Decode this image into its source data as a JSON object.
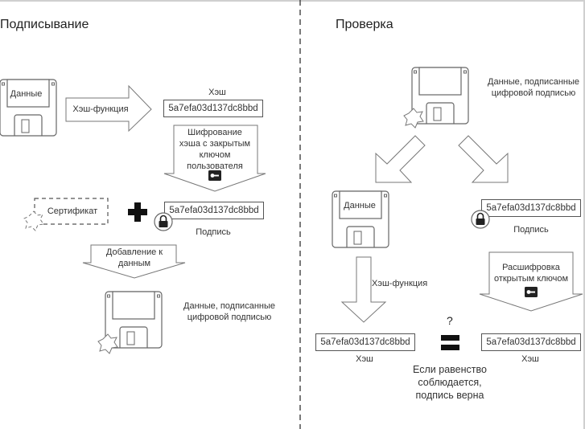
{
  "signing": {
    "title": "Подписывание",
    "data_label": "Данные",
    "hash_function_label": "Хэш-функция",
    "hash_caption": "Хэш",
    "hash_value": "5a7efa03d137dc8bbd",
    "encrypt_label_lines": [
      "Шифрование",
      "хэша с закрытым",
      "ключом",
      "пользователя"
    ],
    "certificate_label": "Сертификат",
    "signature_value": "5a7efa03d137dc8bbd",
    "signature_caption": "Подпись",
    "append_label_lines": [
      "Добавление к",
      "данным"
    ],
    "signed_data_label_lines": [
      "Данные, подписанные",
      "цифровой подписью"
    ]
  },
  "verification": {
    "title": "Проверка",
    "signed_data_label_lines": [
      "Данные, подписанные",
      "цифровой подписью"
    ],
    "data_label": "Данные",
    "signature_value": "5a7efa03d137dc8bbd",
    "signature_caption": "Подпись",
    "hash_function_label": "Хэш-функция",
    "decrypt_label_lines": [
      "Расшифровка",
      "открытым ключом"
    ],
    "left_hash_value": "5a7efa03d137dc8bbd",
    "left_hash_caption": "Хэш",
    "right_hash_value": "5a7efa03d137dc8bbd",
    "right_hash_caption": "Хэш",
    "question_mark": "?",
    "conclusion_lines": [
      "Если равенство",
      "соблюдается,",
      "подпись верна"
    ]
  },
  "icons": [
    "floppy-disk-icon",
    "seal-star-icon",
    "padlock-icon",
    "key-icon",
    "plus-icon",
    "equals-icon"
  ]
}
